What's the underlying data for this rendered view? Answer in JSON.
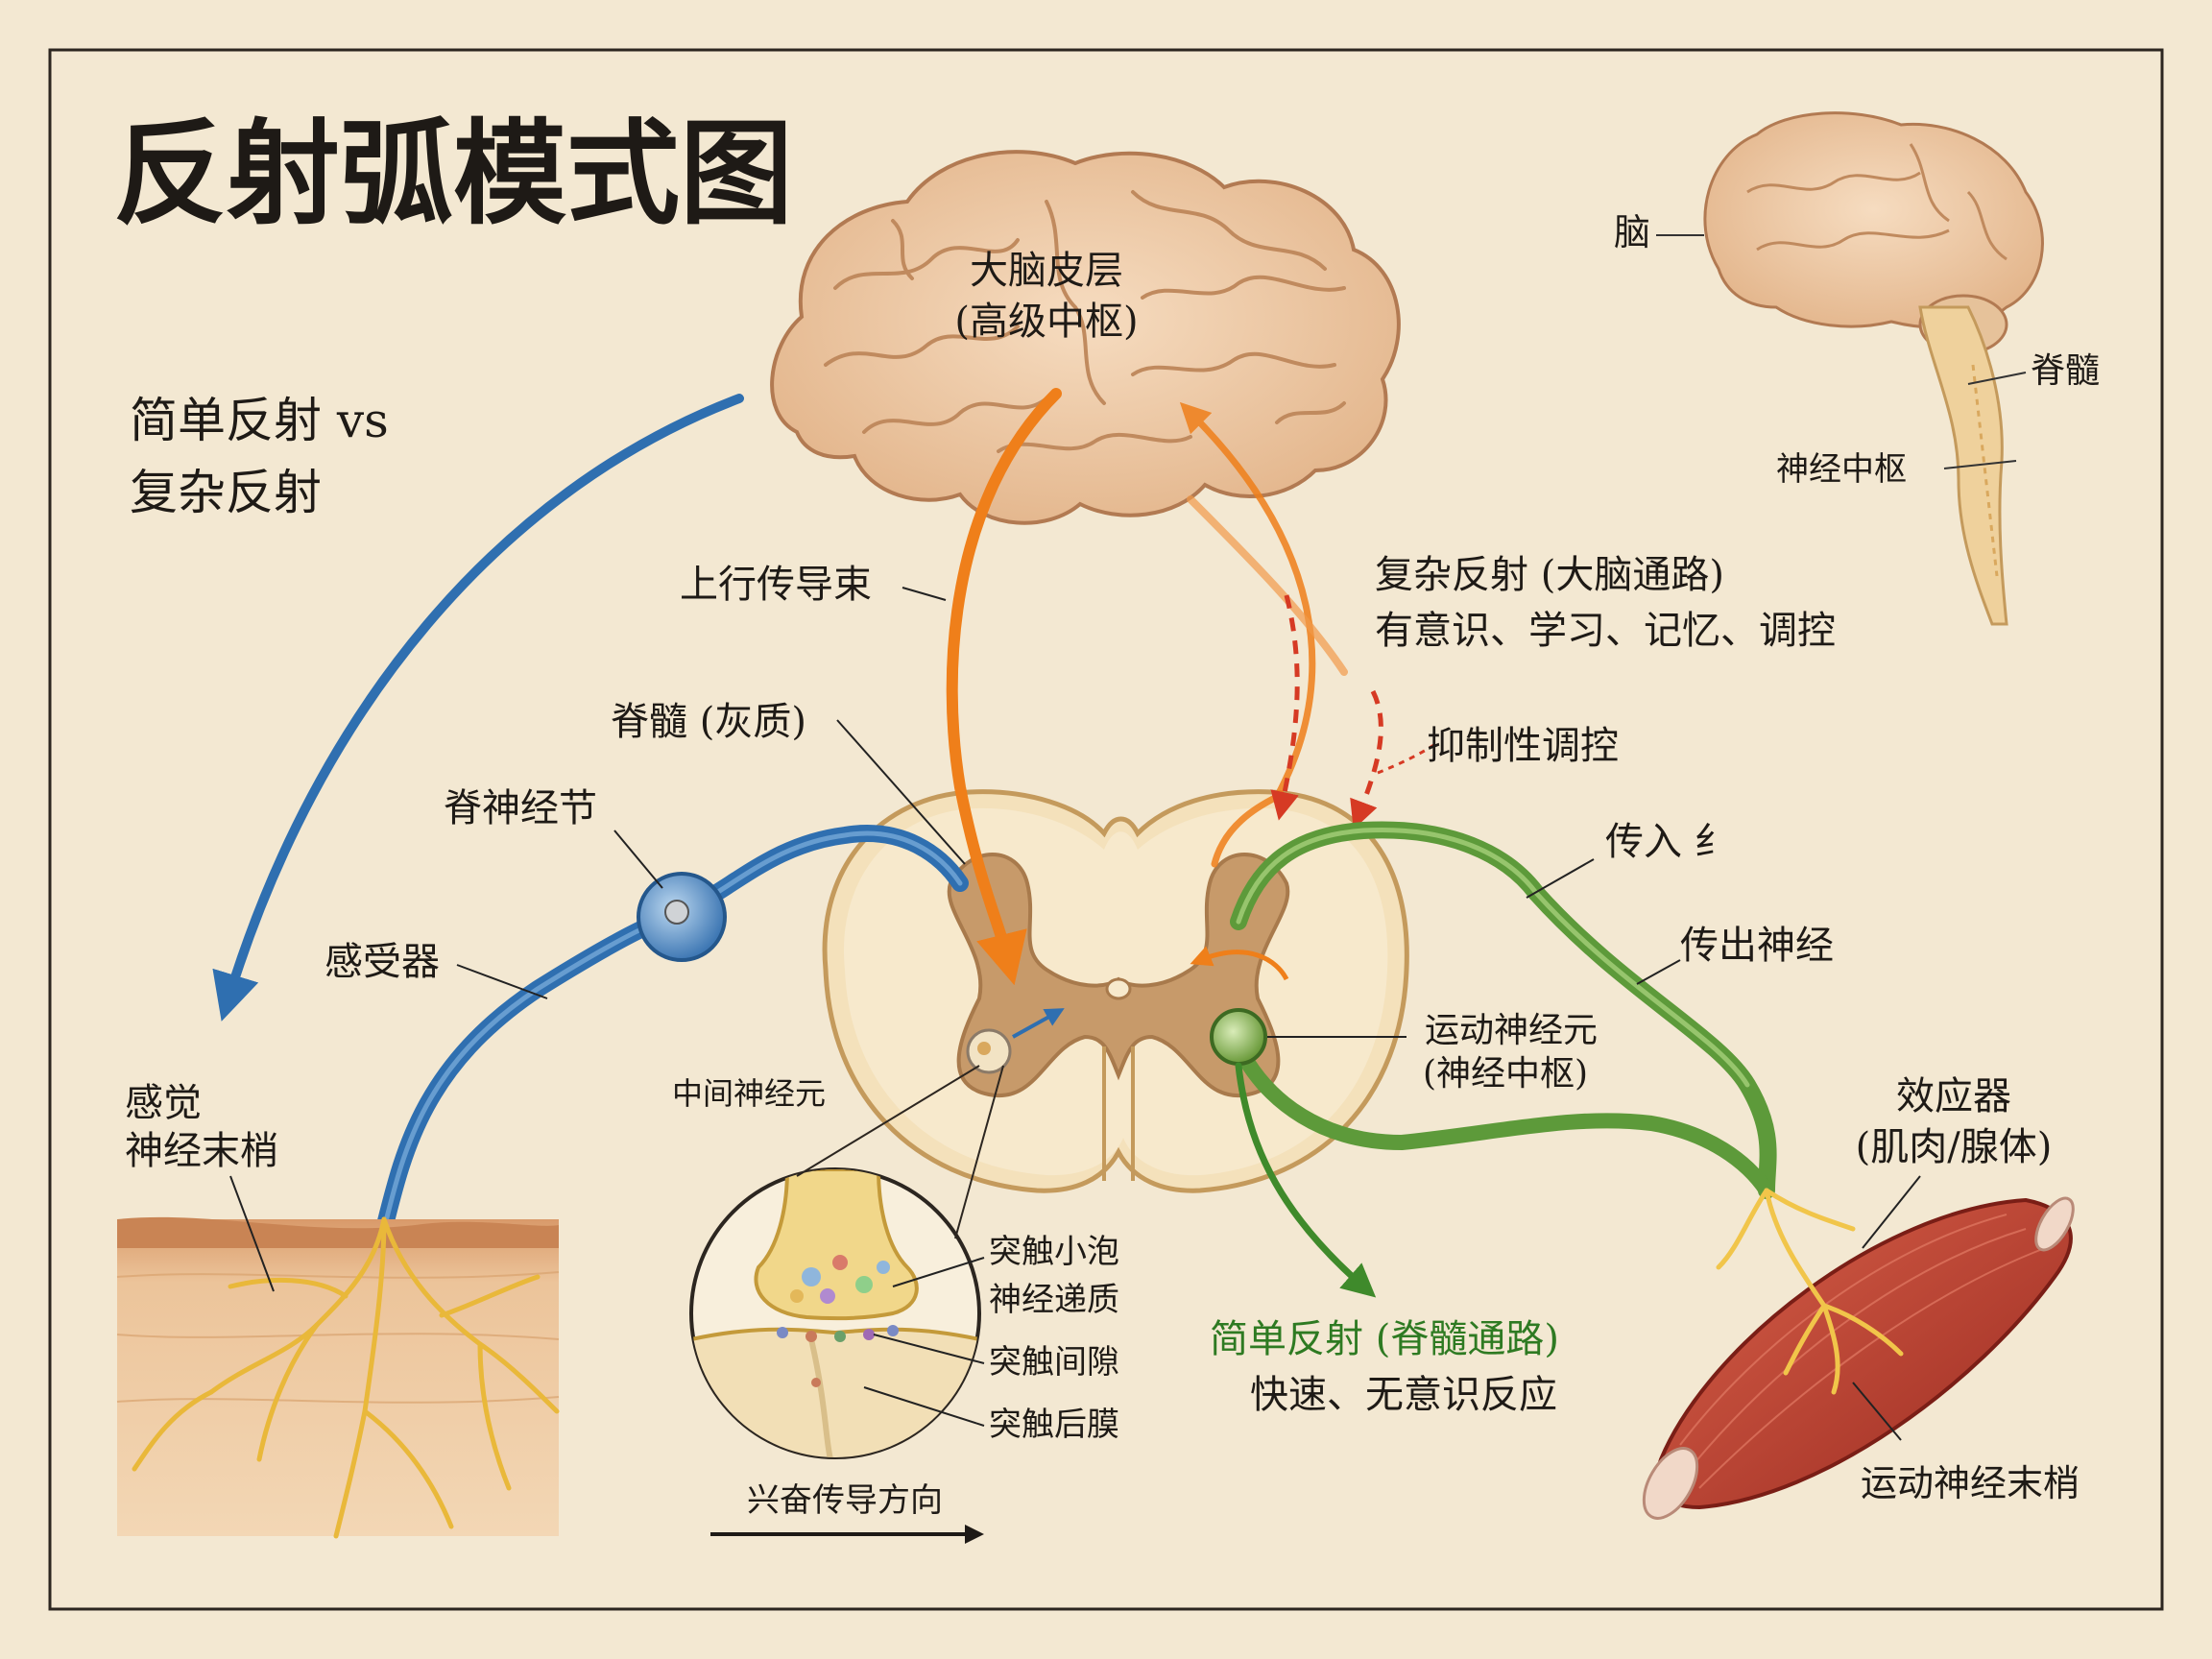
{
  "title": "反射弧模式图",
  "intro": {
    "line1": "简单反射 vs",
    "line2": "复杂反射"
  },
  "brain": {
    "cortex_line1": "大脑皮层",
    "cortex_line2": "(高级中枢)"
  },
  "inset": {
    "brain": "脑",
    "spinal_cord": "脊髓",
    "nerve_center": "神经中枢"
  },
  "labels": {
    "ascending_tract": "上行传导束",
    "complex_reflex": "复杂反射 (大脑通路)",
    "complex_desc": "有意识、学习、记忆、调控",
    "inhibitory": "抑制性调控",
    "gray_matter": "脊髓 (灰质)",
    "dorsal_ganglion": "脊神经节",
    "receptor": "感受器",
    "sensory_ending_1": "感觉",
    "sensory_ending_2": "神经末梢",
    "afferent": "传入 纟",
    "efferent": "传出神经",
    "motor_neuron_1": "运动神经元",
    "motor_neuron_2": "(神经中枢)",
    "interneuron": "中间神经元",
    "effector_1": "效应器",
    "effector_2": "(肌肉/腺体)",
    "motor_ending": "运动神经末梢",
    "simple_reflex": "简单反射 (脊髓通路)",
    "simple_desc": "快速、无意识反应",
    "direction": "兴奋传导方向"
  },
  "synapse": {
    "vesicle": "突触小泡",
    "transmitter": "神经递质",
    "cleft": "突触间隙",
    "postsynaptic": "突触后膜"
  },
  "colors": {
    "sensory": "#2f6fb0",
    "motor": "#5d9a3a",
    "cortical": "#ef7f1a",
    "inhibitory": "#d63a24",
    "nerve_ending": "#e9b83a",
    "muscle": "#b83a2c"
  }
}
